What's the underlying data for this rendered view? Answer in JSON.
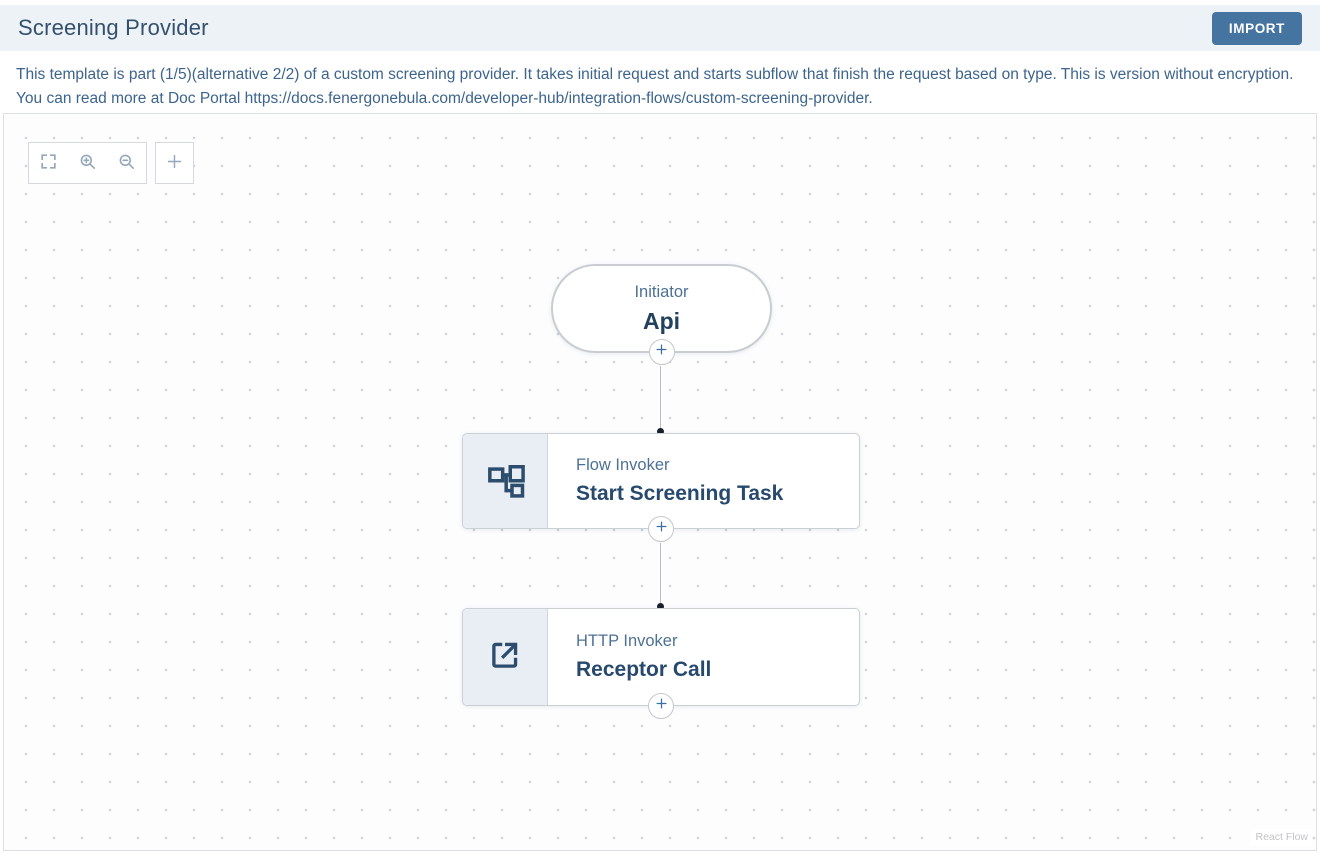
{
  "header": {
    "title": "Screening Provider",
    "import_button": "IMPORT"
  },
  "description": "This template is part (1/5)(alternative 2/2) of a custom screening provider. It takes initial request and starts subflow that finish the request based on type. This is version without encryption. You can read more at Doc Portal https://docs.fenergonebula.com/developer-hub/integration-flows/custom-screening-provider.",
  "canvas": {
    "toolbar": {
      "buttons": [
        {
          "icon": "fit-view-icon"
        },
        {
          "icon": "zoom-in-icon"
        },
        {
          "icon": "zoom-out-icon"
        },
        {
          "icon": "plus-icon"
        }
      ]
    },
    "nodes": [
      {
        "type_label": "Initiator",
        "title": "Api",
        "icon": null,
        "shape": "pill"
      },
      {
        "type_label": "Flow Invoker",
        "title": "Start Screening Task",
        "icon": "flow-invoker-icon",
        "shape": "rect"
      },
      {
        "type_label": "HTTP Invoker",
        "title": "Receptor Call",
        "icon": "external-link-icon",
        "shape": "rect"
      }
    ],
    "attribution": "React Flow"
  },
  "colors": {
    "header_bg": "#edf2f7",
    "accent_blue": "#44749f",
    "description_text": "#3d648c",
    "node_title": "#26496d",
    "node_label": "#4d7195",
    "icon_navy": "#2d4d6e",
    "edge_gray": "#b9bec5",
    "plus_blue": "#3c6ea6"
  }
}
